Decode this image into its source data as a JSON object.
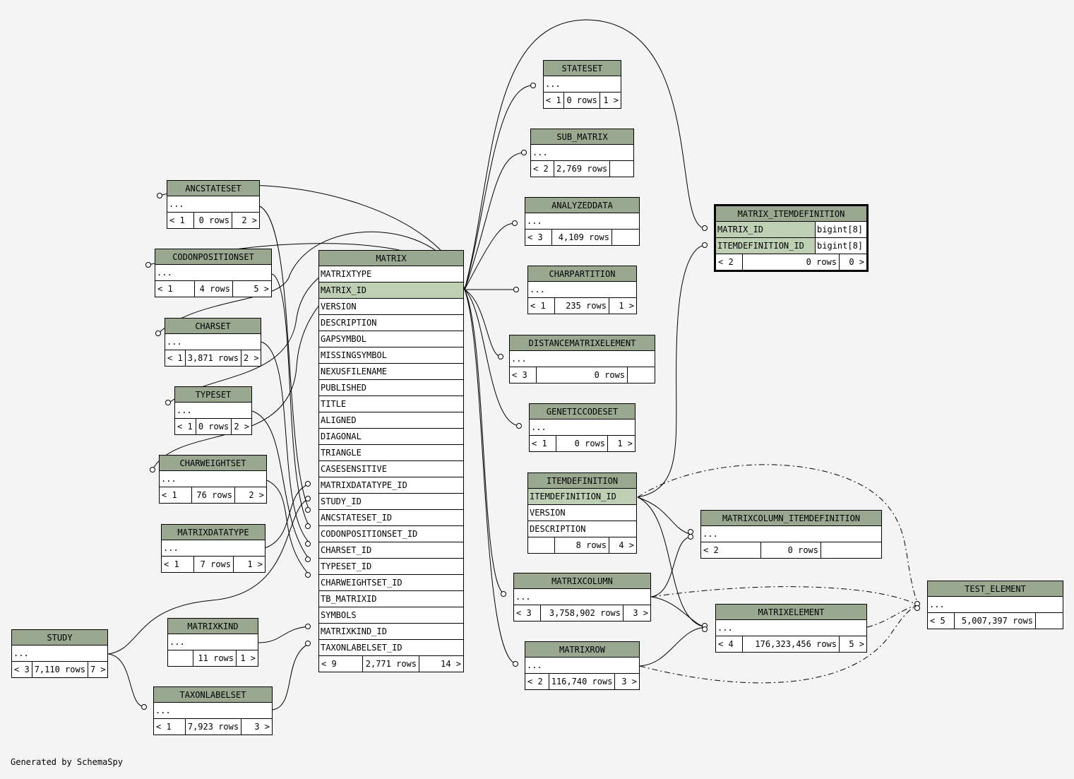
{
  "footer": "Generated by SchemaSpy",
  "colors": {
    "header": "#9aa88f",
    "highlight": "#bfcfb4",
    "background": "#f4f4f4"
  },
  "tables": {
    "stateset": {
      "name": "STATESET",
      "rows_text": "...",
      "parents": "< 1",
      "rows": "0 rows",
      "children": "1 >"
    },
    "sub_matrix": {
      "name": "SUB_MATRIX",
      "rows_text": "...",
      "parents": "< 2",
      "rows": "2,769 rows",
      "children": ""
    },
    "analyzeddata": {
      "name": "ANALYZEDDATA",
      "rows_text": "...",
      "parents": "< 3",
      "rows": "4,109 rows",
      "children": ""
    },
    "charpartition": {
      "name": "CHARPARTITION",
      "rows_text": "...",
      "parents": "< 1",
      "rows": "235 rows",
      "children": "1 >"
    },
    "distancematrixelement": {
      "name": "DISTANCEMATRIXELEMENT",
      "rows_text": "...",
      "parents": "< 3",
      "rows": "0 rows",
      "children": ""
    },
    "geneticcodeset": {
      "name": "GENETICCODESET",
      "rows_text": "...",
      "parents": "< 1",
      "rows": "0 rows",
      "children": "1 >"
    },
    "ancstateset": {
      "name": "ANCSTATESET",
      "rows_text": "...",
      "parents": "< 1",
      "rows": "0 rows",
      "children": "2 >"
    },
    "codonpositionset": {
      "name": "CODONPOSITIONSET",
      "rows_text": "...",
      "parents": "< 1",
      "rows": "4 rows",
      "children": "5 >"
    },
    "charset": {
      "name": "CHARSET",
      "rows_text": "...",
      "parents": "< 1",
      "rows": "3,871 rows",
      "children": "2 >"
    },
    "typeset": {
      "name": "TYPESET",
      "rows_text": "...",
      "parents": "< 1",
      "rows": "0 rows",
      "children": "2 >"
    },
    "charweightset": {
      "name": "CHARWEIGHTSET",
      "rows_text": "...",
      "parents": "< 1",
      "rows": "76 rows",
      "children": "2 >"
    },
    "matrixdatatype": {
      "name": "MATRIXDATATYPE",
      "rows_text": "...",
      "parents": "< 1",
      "rows": "7 rows",
      "children": "1 >"
    },
    "matrixkind": {
      "name": "MATRIXKIND",
      "rows_text": "...",
      "parents": "",
      "rows": "11 rows",
      "children": "1 >"
    },
    "study": {
      "name": "STUDY",
      "rows_text": "...",
      "parents": "< 3",
      "rows": "7,110 rows",
      "children": "7 >"
    },
    "taxonlabelset": {
      "name": "TAXONLABELSET",
      "rows_text": "...",
      "parents": "< 1",
      "rows": "7,923 rows",
      "children": "3 >"
    },
    "matrixcolumn": {
      "name": "MATRIXCOLUMN",
      "rows_text": "...",
      "parents": "< 3",
      "rows": "3,758,902 rows",
      "children": "3 >"
    },
    "matrixrow": {
      "name": "MATRIXROW",
      "rows_text": "...",
      "parents": "< 2",
      "rows": "116,740 rows",
      "children": "3 >"
    },
    "matrixcolumn_itemdefinition": {
      "name": "MATRIXCOLUMN_ITEMDEFINITION",
      "rows_text": "...",
      "parents": "< 2",
      "rows": "0 rows",
      "children": ""
    },
    "matrixelement": {
      "name": "MATRIXELEMENT",
      "rows_text": "...",
      "parents": "< 4",
      "rows": "176,323,456 rows",
      "children": "5 >"
    },
    "test_element": {
      "name": "TEST_ELEMENT",
      "rows_text": "...",
      "parents": "< 5",
      "rows": "5,007,397 rows",
      "children": ""
    }
  },
  "matrix": {
    "name": "MATRIX",
    "columns": [
      "MATRIXTYPE",
      "MATRIX_ID",
      "VERSION",
      "DESCRIPTION",
      "GAPSYMBOL",
      "MISSINGSYMBOL",
      "NEXUSFILENAME",
      "PUBLISHED",
      "TITLE",
      "ALIGNED",
      "DIAGONAL",
      "TRIANGLE",
      "CASESENSITIVE",
      "MATRIXDATATYPE_ID",
      "STUDY_ID",
      "ANCSTATESET_ID",
      "CODONPOSITIONSET_ID",
      "CHARSET_ID",
      "TYPESET_ID",
      "CHARWEIGHTSET_ID",
      "TB_MATRIXID",
      "SYMBOLS",
      "MATRIXKIND_ID",
      "TAXONLABELSET_ID"
    ],
    "parents": "< 9",
    "rows": "2,771 rows",
    "children": "14 >"
  },
  "itemdefinition": {
    "name": "ITEMDEFINITION",
    "columns": [
      "ITEMDEFINITION_ID",
      "VERSION",
      "DESCRIPTION"
    ],
    "parents": "",
    "rows": "8 rows",
    "children": "4 >"
  },
  "matrix_itemdefinition": {
    "name": "MATRIX_ITEMDEFINITION",
    "columns": [
      {
        "name": "MATRIX_ID",
        "type": "bigint[8]"
      },
      {
        "name": "ITEMDEFINITION_ID",
        "type": "bigint[8]"
      }
    ],
    "parents": "< 2",
    "rows": "0 rows",
    "children": "0 >"
  }
}
